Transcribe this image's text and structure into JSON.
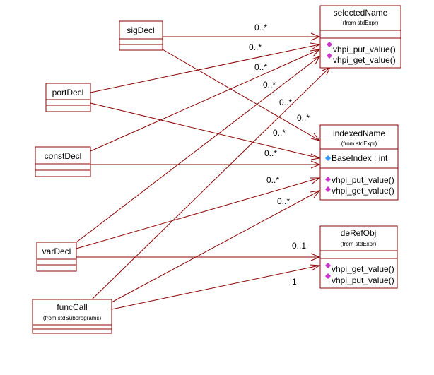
{
  "classes": {
    "selectedName": {
      "name": "selectedName",
      "stereotype": "(from stdExpr)",
      "methods": [
        "vhpi_put_value()",
        "vhpi_get_value()"
      ]
    },
    "indexedName": {
      "name": "indexedName",
      "stereotype": "(from stdExpr)",
      "attributes": [
        "BaseIndex : int"
      ],
      "methods": [
        "vhpi_put_value()",
        "vhpi_get_value()"
      ]
    },
    "deRefObj": {
      "name": "deRefObj",
      "stereotype": "(from stdExpr)",
      "methods": [
        "vhpi_get_value()",
        "vhpi_put_value()"
      ]
    },
    "sigDecl": {
      "name": "sigDecl"
    },
    "portDecl": {
      "name": "portDecl"
    },
    "constDecl": {
      "name": "constDecl"
    },
    "varDecl": {
      "name": "varDecl"
    },
    "funcCall": {
      "name": "funcCall",
      "stereotype": "(from stdSubprograms)"
    }
  },
  "associations": [
    {
      "from": "sigDecl",
      "to": "selectedName",
      "multiplicity": "0..*"
    },
    {
      "from": "portDecl",
      "to": "selectedName",
      "multiplicity": "0..*"
    },
    {
      "from": "constDecl",
      "to": "selectedName",
      "multiplicity": "0..*"
    },
    {
      "from": "varDecl",
      "to": "selectedName",
      "multiplicity": "0..*"
    },
    {
      "from": "funcCall",
      "to": "selectedName",
      "multiplicity": "0..*"
    },
    {
      "from": "sigDecl",
      "to": "indexedName",
      "multiplicity": "0..*"
    },
    {
      "from": "portDecl",
      "to": "indexedName",
      "multiplicity": "0..*"
    },
    {
      "from": "constDecl",
      "to": "indexedName",
      "multiplicity": "0..*"
    },
    {
      "from": "varDecl",
      "to": "indexedName",
      "multiplicity": "0..*"
    },
    {
      "from": "funcCall",
      "to": "indexedName",
      "multiplicity": "0..*"
    },
    {
      "from": "varDecl",
      "to": "deRefObj",
      "multiplicity": "0..1"
    },
    {
      "from": "funcCall",
      "to": "deRefObj",
      "multiplicity": "1"
    }
  ],
  "icons": {
    "method": "method-diamond-icon",
    "attribute": "attribute-diamond-icon"
  },
  "colors": {
    "line": "#8b0000",
    "method_icon": "#cc33cc",
    "attribute_icon": "#3399ff"
  }
}
